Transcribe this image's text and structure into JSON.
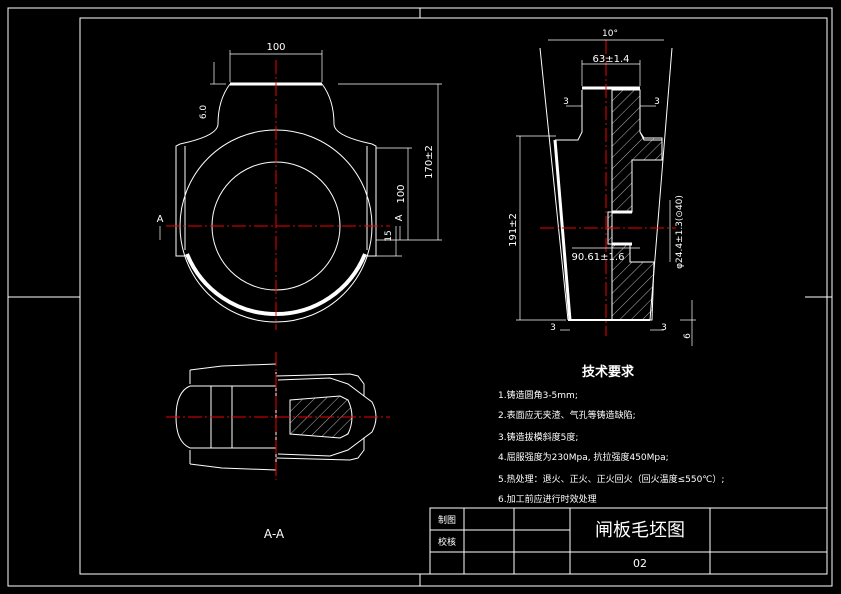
{
  "drawing": {
    "title": "闸板毛坯图",
    "number": "02",
    "section_label": "A-A",
    "section_mark": "A",
    "title_block": {
      "drawn": "制图",
      "checked": "校核"
    },
    "tech_requirements": {
      "heading": "技术要求",
      "items": [
        "1.铸造圆角3-5mm;",
        "2.表面应无夹渣、气孔等铸造缺陷;",
        "3.铸造拔模斜度5度;",
        "4.屈服强度为230Mpa, 抗拉强度450Mpa;",
        "5.热处理：退火、正火、正火回火（回火温度≤550℃）;",
        "6.加工前应进行时效处理"
      ]
    },
    "front_view_dims": {
      "top_width": "100",
      "lip_height": "6.0",
      "total_height": "170±2",
      "inner_height": "100",
      "offset": "15"
    },
    "side_view_dims": {
      "taper": "10°",
      "top_width": "63±1.4",
      "wall_left": "3",
      "wall_right": "3",
      "height": "191±2",
      "bore": "90.61±1.6",
      "diameter": "φ24.4±1.3(⊙40)",
      "bottom_left": "3",
      "bottom_right": "3",
      "bottom_offset": "6"
    }
  }
}
